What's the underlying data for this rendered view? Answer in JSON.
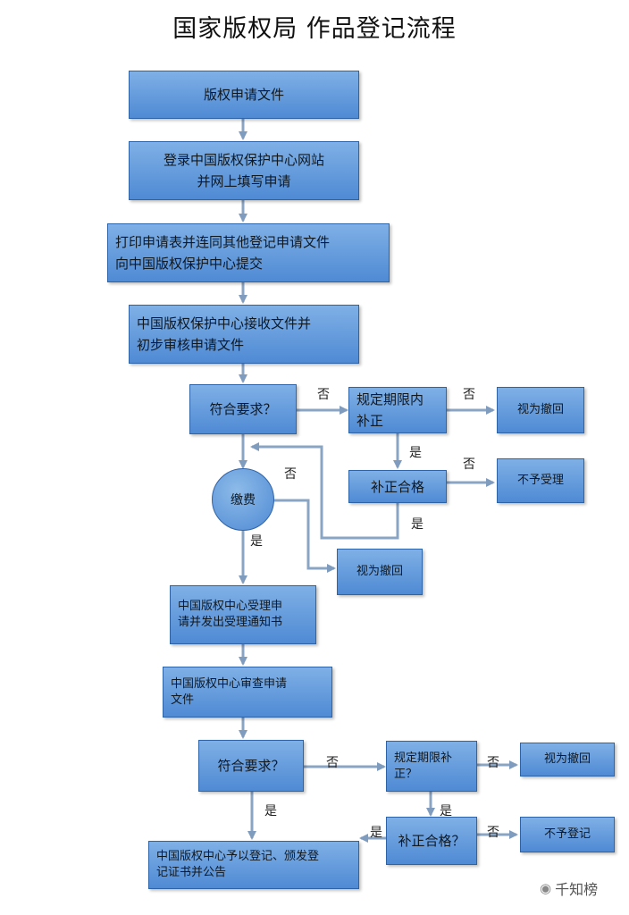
{
  "title": "国家版权局  作品登记流程",
  "steps": {
    "s1": [
      "版权申请文件"
    ],
    "s2": [
      "登录中国版权保护中心网站",
      "并网上填写申请"
    ],
    "s3": [
      "打印申请表并连同其他登记申请文件",
      "向中国版权保护中心提交"
    ],
    "s4": [
      "中国版权保护中心接收文件并",
      "初步审核申请文件"
    ],
    "d1": [
      "符合要求？"
    ],
    "c1": [
      "规定期限内",
      "补正"
    ],
    "w1": [
      "视为撤回"
    ],
    "r1": [
      "补正合格"
    ],
    "n1": [
      "不予受理"
    ],
    "pay": [
      "缴费"
    ],
    "w2": [
      "视为撤回"
    ],
    "s5": [
      "中国版权中心受理申",
      "请并发出受理通知书"
    ],
    "s6": [
      "中国版权中心审查申请",
      "文件"
    ],
    "d2": [
      "符合要求？"
    ],
    "c2": [
      "规定期限补",
      "正？"
    ],
    "w3": [
      "视为撤回"
    ],
    "r2": [
      "补正合格？"
    ],
    "n2": [
      "不予登记"
    ],
    "s7": [
      "中国版权中心予以登记、颁发登",
      "记证书并公告"
    ]
  },
  "labels": {
    "no": "否",
    "yes": "是"
  },
  "watermark": {
    "text": "千知榜",
    "icon": "wechat-icon"
  }
}
